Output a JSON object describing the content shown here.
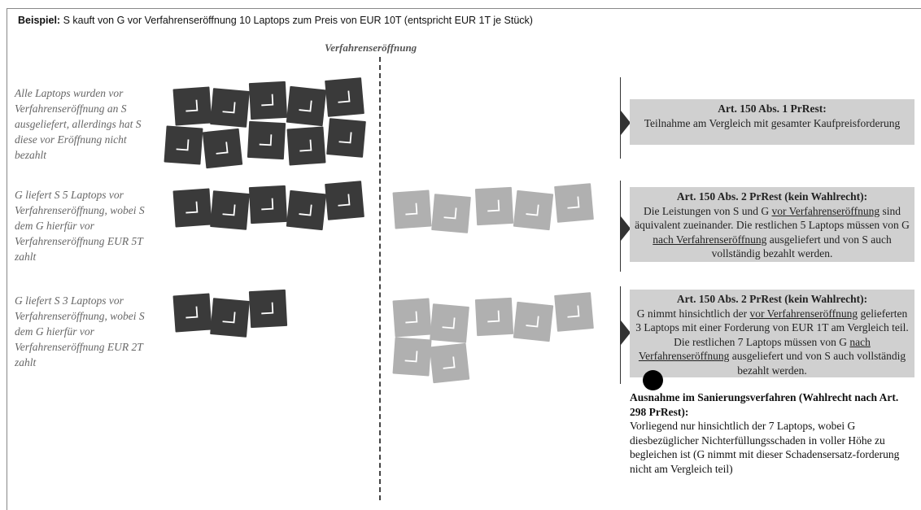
{
  "header": {
    "label": "Beispiel:",
    "text": " S kauft von G vor Verfahrenseröffnung 10 Laptops zum Preis von EUR 10T (entspricht EUR 1T je Stück)"
  },
  "divider_label": "Verfahrenseröffnung",
  "rows": [
    {
      "description": "Alle Laptops wurden vor Verfahrenseröffnung an S ausgeliefert, allerdings hat S diese vor Eröffnung nicht bezahlt",
      "delivered_laptops": 10,
      "pending_laptops": 0,
      "result_title": "Art. 150 Abs. 1 PrRest:",
      "result_parts": [
        {
          "t": "Teilnahme am Vergleich mit gesamter Kaufpreisforderung",
          "u": false
        }
      ]
    },
    {
      "description": "G liefert S 5 Laptops vor Verfahrenseröffnung, wobei S dem G hierfür vor Verfahrenseröffnung EUR 5T zahlt",
      "delivered_laptops": 5,
      "pending_laptops": 5,
      "result_title": "Art. 150 Abs. 2 PrRest (kein Wahlrecht):",
      "result_parts": [
        {
          "t": "Die Leistungen von S und G ",
          "u": false
        },
        {
          "t": "vor Verfahrenseröffnung",
          "u": true
        },
        {
          "t": " sind äquivalent zueinander. Die restlichen 5 Laptops müssen von G ",
          "u": false
        },
        {
          "t": "nach Verfahrenseröffnung",
          "u": true
        },
        {
          "t": " ausgeliefert und von S auch vollständig bezahlt werden.",
          "u": false
        }
      ]
    },
    {
      "description": "G liefert S 3 Laptops vor Verfahrenseröffnung, wobei S dem G hierfür vor Verfahrenseröffnung EUR 2T zahlt",
      "delivered_laptops": 3,
      "pending_laptops": 7,
      "result_title": "Art. 150 Abs. 2 PrRest (kein Wahlrecht):",
      "result_parts": [
        {
          "t": "G nimmt hinsichtlich der ",
          "u": false
        },
        {
          "t": "vor Verfahrenseröffnung",
          "u": true
        },
        {
          "t": " gelieferten 3 Laptops mit einer Forderung von EUR 1T am Vergleich teil. Die restlichen 7 Laptops müssen von G ",
          "u": false
        },
        {
          "t": "nach Verfahrenseröffnung",
          "u": true
        },
        {
          "t": " ausgeliefert und von S auch vollständig bezahlt werden.",
          "u": false
        }
      ]
    }
  ],
  "exception": {
    "title": "Ausnahme im Sanierungsverfahren (Wahlrecht nach Art. 298 PrRest):",
    "text": "Vorliegend nur hinsichtlich der 7 Laptops, wobei G diesbezüglicher Nichterfüllungsschaden in voller Höhe zu begleichen ist (G nimmt mit dieser Schadensersatz-forderung nicht am Vergleich teil)"
  },
  "colors": {
    "delivered": "#3a3a3a",
    "pending": "#b0b0b0",
    "result_box": "#d0d0d0"
  }
}
